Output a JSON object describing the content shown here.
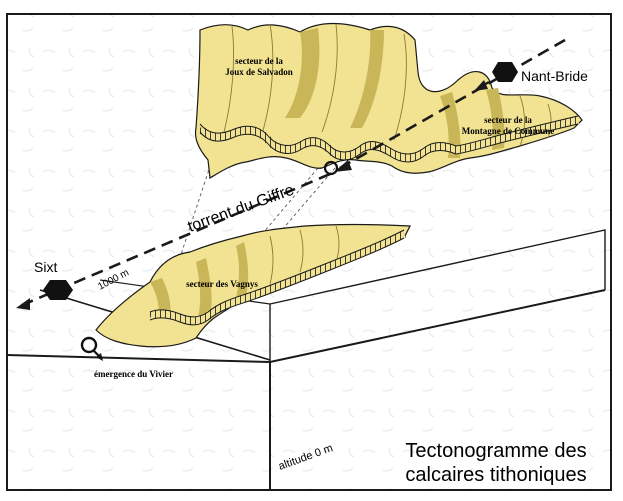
{
  "labels": {
    "joux_line1": "secteur de la",
    "joux_line2": "Joux de Salvadon",
    "nant_bride": "Nant-Bride",
    "montagne_line1": "secteur de la",
    "montagne_line2": "Montagne de Commune",
    "torrent": "torrent du Giffre",
    "sixt": "Sixt",
    "vagnys": "secteur des Vagnys",
    "scale_1000": "1000 m",
    "emergence": "émergence du Vivier",
    "altitude": "altitude 0 m"
  },
  "title": {
    "line1": "Tectonogramme des",
    "line2": "calcaires tithoniques"
  },
  "colors": {
    "limestone": "#f1e391",
    "limestone_shade": "#c9b658",
    "outline": "#1a1a1a",
    "background_texture": "#ececec"
  },
  "icons": {
    "town_marker": "hexagon-icon",
    "spring_marker": "circle-icon"
  }
}
